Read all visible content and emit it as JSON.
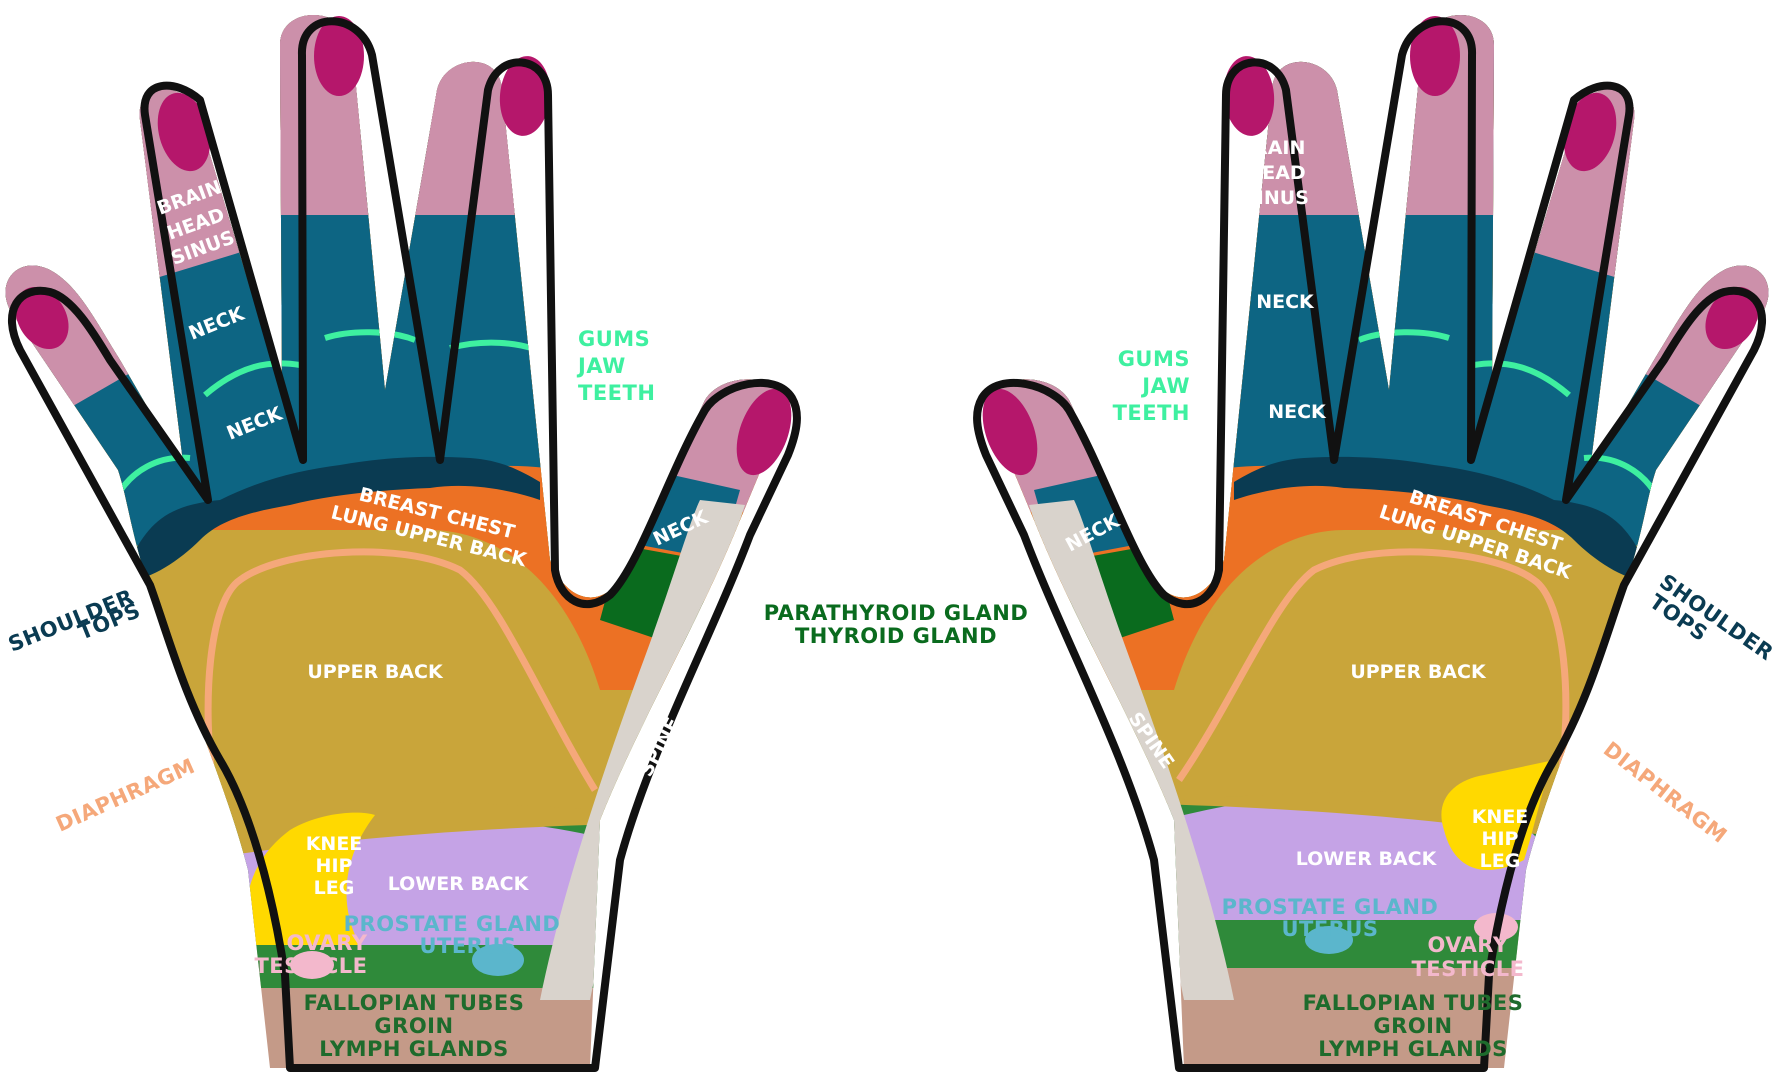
{
  "colors": {
    "outline": "#111111",
    "nail": "#b5176b",
    "fingertip": "#cc90aa",
    "neck_zone": "#0d6583",
    "neck_dark": "#0a3b52",
    "gums_line": "#3ef0a0",
    "breast_zone": "#ec7124",
    "diaphragm_line": "#f5a87a",
    "upper_back": "#c9a53a",
    "lower_back": "#c5a3e6",
    "knee_hip": "#ffd900",
    "pelvic_band": "#2f8a3a",
    "lymph_zone": "#c49a88",
    "spine": "#d9d3cc",
    "thyroid": "#0a6b1e",
    "prostate": "#5bb6cc",
    "ovary": "#f3b8cc"
  },
  "labels": {
    "brain_head_sinus": [
      "BRAIN",
      "HEAD",
      "SINUS"
    ],
    "neck": "NECK",
    "gums_jaw_teeth": [
      "GUMS",
      "JAW",
      "TEETH"
    ],
    "shoulder_tops": [
      "SHOULDER",
      "TOPS"
    ],
    "breast_chest": [
      "BREAST CHEST",
      "LUNG UPPER BACK"
    ],
    "parathyroid_thyroid": [
      "PARATHYROID GLAND",
      "THYROID GLAND"
    ],
    "upper_back": "UPPER BACK",
    "spine": "SPINE",
    "diaphragm": "DIAPHRAGM",
    "knee_hip_leg": [
      "KNEE",
      "HIP",
      "LEG"
    ],
    "lower_back": "LOWER BACK",
    "prostate_uterus": [
      "PROSTATE GLAND",
      "UTERUS"
    ],
    "ovary_testicle": [
      "OVARY",
      "TESTICLE"
    ],
    "fallopian_groin_lymph": [
      "FALLOPIAN TUBES",
      "GROIN",
      "LYMPH GLANDS"
    ]
  }
}
